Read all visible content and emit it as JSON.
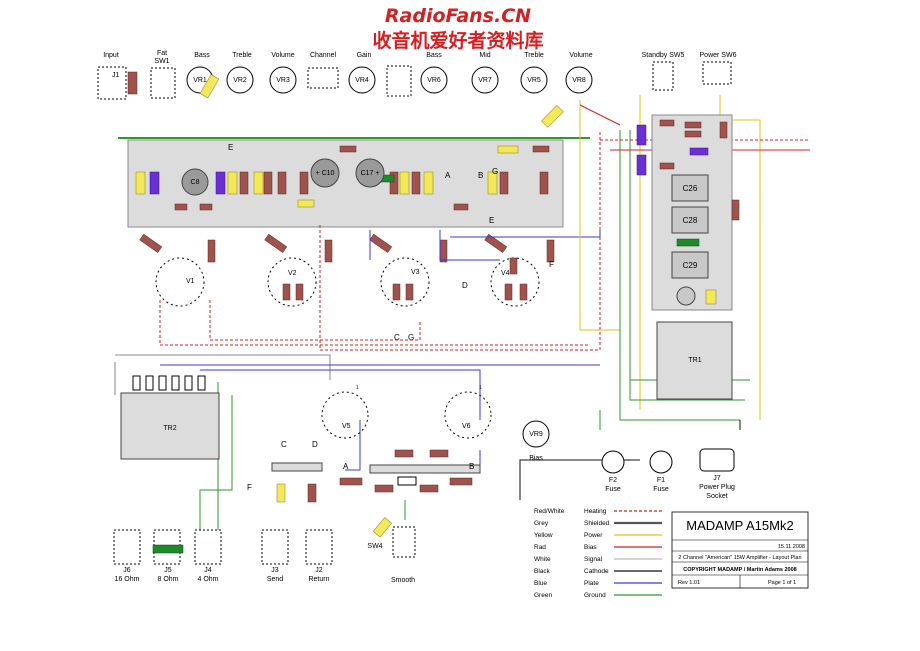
{
  "watermark": {
    "line1": "RadioFans.CN",
    "line2": "收音机爱好者资料库"
  },
  "top_labels": {
    "input": "Input",
    "fat": "Fat",
    "sw1": "SW1",
    "bass": "Bass",
    "treble": "Treble",
    "volume1": "Volume",
    "channel": "Channel",
    "gain": "Gain",
    "bass2": "Bass",
    "mid": "Mid",
    "treble2": "Treble",
    "volume2": "Volume",
    "standby": "Standby SW5",
    "power": "Power SW6"
  },
  "jack_top": "J1",
  "pots": {
    "vr1": "VR1",
    "vr2": "VR2",
    "vr3": "VR3",
    "vr4": "VR4",
    "vr6": "VR6",
    "vr7": "VR7",
    "vr5": "VR5",
    "vr8": "VR8",
    "vr9": "VR9"
  },
  "caps": {
    "c8": "C8",
    "c10": "+ C10",
    "c17": "C17 +",
    "c26": "C26",
    "c28": "C28",
    "c29": "C29"
  },
  "tubes": {
    "v1": "V1",
    "v2": "V2",
    "v3": "V3",
    "v4": "V4",
    "v5": "V5",
    "v6": "V6"
  },
  "transformers": {
    "tr1": "TR1",
    "tr2": "TR2"
  },
  "markers": {
    "e": "E",
    "a": "A",
    "b": "B",
    "c": "C",
    "d": "D",
    "f": "F",
    "g": "G",
    "one": "1"
  },
  "bottom_labels": {
    "j6": "J6",
    "j6s": "16 Ohm",
    "j5": "J5",
    "j5s": "8 Ohm",
    "j4": "J4",
    "j4s": "4 Ohm",
    "j3": "J3",
    "j3s": "Send",
    "j2": "J2",
    "j2s": "Return",
    "sw4": "SW4",
    "smooth": "Smooth",
    "bias": "Bias",
    "f2": "F2",
    "f2s": "Fuse",
    "f1": "F1",
    "f1s": "Fuse",
    "j7": "J7",
    "j7s": "Power Plug",
    "j7s2": "Socket"
  },
  "legend": [
    {
      "wire": "Red/White",
      "func": "Heating",
      "color": "#d42020",
      "dash": true
    },
    {
      "wire": "Grey",
      "func": "Shielded",
      "color": "#555555",
      "dash": false
    },
    {
      "wire": "Yellow",
      "func": "Power",
      "color": "#e3c21a",
      "dash": false
    },
    {
      "wire": "Rad",
      "func": "Bias",
      "color": "#d42020",
      "dash": false
    },
    {
      "wire": "White",
      "func": "Signal",
      "color": "#bbbbbb",
      "dash": false
    },
    {
      "wire": "Black",
      "func": "Cathode",
      "color": "#111111",
      "dash": false
    },
    {
      "wire": "Blue",
      "func": "Plate",
      "color": "#3a3ad8",
      "dash": false
    },
    {
      "wire": "Green",
      "func": "Ground",
      "color": "#2a9a2a",
      "dash": false
    }
  ],
  "title_block": {
    "title": "MADAMP  A15Mk2",
    "date": "15.11.2008",
    "desc": "2 Channel \"American\" 15W Amplifier - Layout Plan",
    "copyright": "COPYRIGHT MADAMP / Martin Adams 2008",
    "rev": "Rev 1.01",
    "page": "Page 1 of 1"
  },
  "colors": {
    "red": "#d42020",
    "blue": "#3a3ad8",
    "green": "#2a9a2a",
    "yellow": "#e3c21a",
    "grey": "#8a8a8a",
    "black": "#111111",
    "resistor": "#a0524d"
  }
}
